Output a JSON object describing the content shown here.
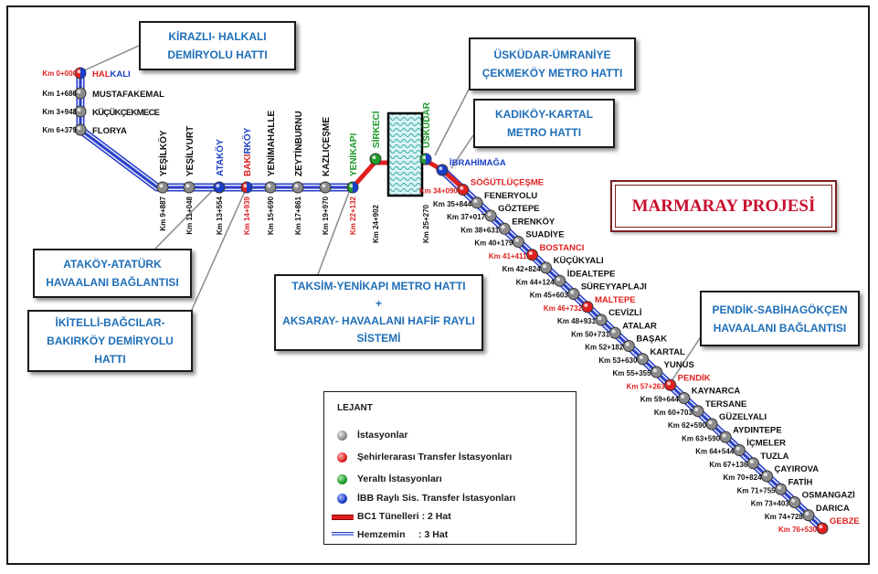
{
  "title": "MARMARAY PROJESİ",
  "callouts": {
    "halkali": [
      "KİRAZLI- HALKALI",
      "DEMİRYOLU HATTI"
    ],
    "uskudar": [
      "ÜSKÜDAR-ÜMRANİYE",
      "ÇEKMEKÖY METRO HATTI"
    ],
    "kadikoy": [
      "KADIKÖY-KARTAL",
      "METRO HATTI"
    ],
    "atakoy": [
      "ATAKÖY-ATATÜRK",
      "HAVAALANI BAĞLANTISI"
    ],
    "ikitelli": [
      "İKİTELLİ-BAĞCILAR-",
      "BAKIRKÖY DEMİRYOLU",
      "HATTI"
    ],
    "taksim": [
      "TAKSİM-YENİKAPI METRO HATTI",
      "+",
      "AKSARAY- HAVAALANI HAFİF RAYLI",
      "SİSTEMİ"
    ],
    "pendik": [
      "PENDİK-SABİHAGÖKÇEN",
      "HAVAALANI BAĞLANTISI"
    ]
  },
  "legend": {
    "title": "LEJANT",
    "items": [
      {
        "label": "İstasyonlar",
        "color": "#8c8c8c"
      },
      {
        "label": "Şehirlerarası Transfer İstasyonları",
        "color": "#e02020"
      },
      {
        "label": "Yeraltı İstasyonları",
        "color": "#1f9a2a"
      },
      {
        "label": "İBB Raylı Sis. Transfer İstasyonları",
        "color": "#1a3ec8"
      }
    ],
    "lines": [
      {
        "label": "BC1 Tünelleri : 2 Hat",
        "color": "#e02020"
      },
      {
        "label": "Hemzemin     : 3 Hat",
        "color": "#2a40c8"
      }
    ]
  },
  "colors": {
    "station": "#8c8c8c",
    "transfer": "#e02020",
    "underground": "#1f9a2a",
    "ibb": "#1a3ec8",
    "tunnel": "#e02020",
    "surface": "#2a40c8",
    "callout_text": "#1f6fb8"
  },
  "stations": {
    "west_vertical": [
      {
        "name": "HALKALI",
        "km": "Km 0+000",
        "type": "ibb_transfer"
      },
      {
        "name": "MUSTAFAKEMAL",
        "km": "Km 1+686",
        "type": "station"
      },
      {
        "name": "KÜÇÜKÇEKMECE",
        "km": "Km 3+948",
        "type": "station"
      },
      {
        "name": "FLORYA",
        "km": "Km 6+379",
        "type": "station"
      }
    ],
    "europe_horizontal": [
      {
        "name": "YEŞİLKÖY",
        "km": "Km 9+887",
        "type": "station"
      },
      {
        "name": "YEŞİLYURT",
        "km": "Km 11+048",
        "type": "station"
      },
      {
        "name": "ATAKÖY",
        "km": "Km 13+554",
        "type": "ibb"
      },
      {
        "name": "BAKIRKÖY",
        "km": "Km 14+939",
        "type": "ibb_transfer"
      },
      {
        "name": "YENİMAHALLE",
        "km": "Km 15+690",
        "type": "station"
      },
      {
        "name": "ZEYTİNBURNU",
        "km": "Km 17+861",
        "type": "station"
      },
      {
        "name": "KAZLIÇEŞME",
        "km": "Km 19+970",
        "type": "station"
      },
      {
        "name": "YENİKAPI",
        "km": "Km 22+132",
        "type": "underground_ibb"
      },
      {
        "name": "SİRKECİ",
        "km": "Km 24+902",
        "type": "underground"
      },
      {
        "name": "ÜSKÜDAR",
        "km": "Km 25+270",
        "type": "underground_ibb"
      }
    ],
    "asia_diagonal": [
      {
        "name": "İBRAHİMAĞA",
        "km": "",
        "type": "ibb"
      },
      {
        "name": "SÖĞÜTLÜÇEŞME",
        "km": "Km 34+090",
        "type": "transfer"
      },
      {
        "name": "FENERYOLU",
        "km": "Km 35+844",
        "type": "station"
      },
      {
        "name": "GÖZTEPE",
        "km": "Km 37+017",
        "type": "station"
      },
      {
        "name": "ERENKÖY",
        "km": "Km 38+631",
        "type": "station"
      },
      {
        "name": "SUADİYE",
        "km": "Km 40+179",
        "type": "station"
      },
      {
        "name": "BOSTANCI",
        "km": "Km 41+411",
        "type": "transfer"
      },
      {
        "name": "KÜÇÜKYALI",
        "km": "Km 42+824",
        "type": "station"
      },
      {
        "name": "İDEALTEPE",
        "km": "Km 44+124",
        "type": "station"
      },
      {
        "name": "SÜREYYAPLAJI",
        "km": "Km 45+603",
        "type": "station"
      },
      {
        "name": "MALTEPE",
        "km": "Km 46+732",
        "type": "transfer"
      },
      {
        "name": "CEVİZLİ",
        "km": "Km 48+931",
        "type": "station"
      },
      {
        "name": "ATALAR",
        "km": "Km 50+731",
        "type": "station"
      },
      {
        "name": "BAŞAK",
        "km": "Km 52+182",
        "type": "station"
      },
      {
        "name": "KARTAL",
        "km": "Km 53+630",
        "type": "station"
      },
      {
        "name": "YUNUS",
        "km": "Km 55+355",
        "type": "station"
      },
      {
        "name": "PENDİK",
        "km": "Km 57+263",
        "type": "transfer"
      },
      {
        "name": "KAYNARCA",
        "km": "Km 59+644",
        "type": "station"
      },
      {
        "name": "TERSANE",
        "km": "Km 60+703",
        "type": "station"
      },
      {
        "name": "GÜZELYALI",
        "km": "Km 62+590",
        "type": "station"
      },
      {
        "name": "AYDINTEPE",
        "km": "Km 63+590",
        "type": "station"
      },
      {
        "name": "İÇMELER",
        "km": "Km 64+544",
        "type": "station"
      },
      {
        "name": "TUZLA",
        "km": "Km 67+136",
        "type": "station"
      },
      {
        "name": "ÇAYIROVA",
        "km": "Km 70+824",
        "type": "station"
      },
      {
        "name": "FATİH",
        "km": "Km 71+755",
        "type": "station"
      },
      {
        "name": "OSMANGAZİ",
        "km": "Km 73+403",
        "type": "station"
      },
      {
        "name": "DARICA",
        "km": "Km 74+728",
        "type": "station"
      },
      {
        "name": "GEBZE",
        "km": "Km 76+530",
        "type": "transfer"
      }
    ]
  }
}
